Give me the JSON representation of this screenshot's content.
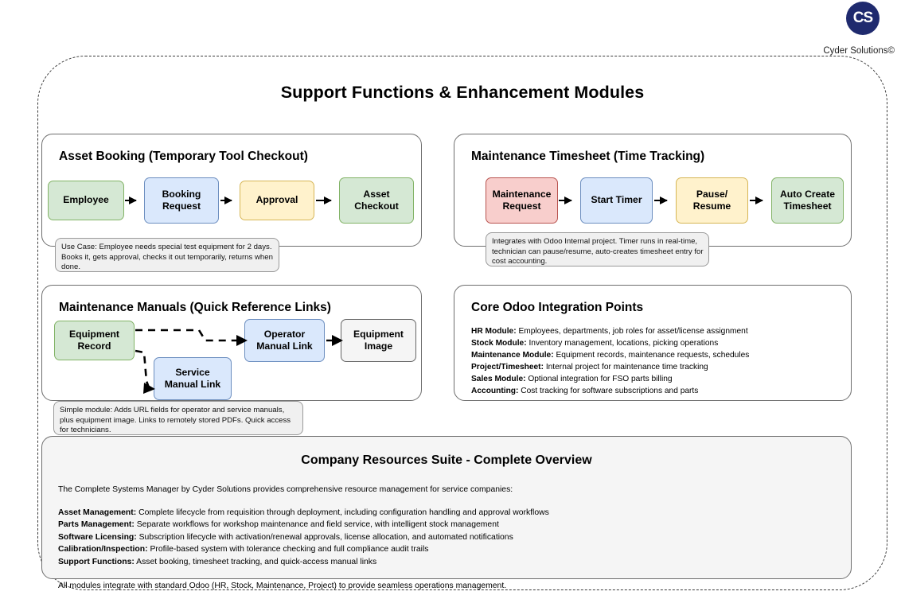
{
  "brand": {
    "logo_text": "CS",
    "logo_name": "cyder-solutions-logo",
    "copyright": "Cyder Solutions©",
    "logo_color": "#1f2a6e"
  },
  "main_title": "Support Functions & Enhancement Modules",
  "palette": {
    "green_fill": "#d5e8d4",
    "green_stroke": "#82b366",
    "blue_fill": "#dae8fc",
    "blue_stroke": "#6c8ebf",
    "amber_fill": "#fff2cc",
    "amber_stroke": "#d6b656",
    "red_fill": "#f8cecc",
    "red_stroke": "#b85450",
    "grey_fill": "#f5f5f5",
    "grey_stroke": "#666666",
    "note_fill": "#f0f0f0"
  },
  "panels": {
    "asset_booking": {
      "title": "Asset Booking (Temporary Tool Checkout)",
      "nodes": [
        {
          "label": "Employee",
          "color": "green"
        },
        {
          "label": "Booking Request",
          "color": "blue"
        },
        {
          "label": "Approval",
          "color": "amber"
        },
        {
          "label": "Asset Checkout",
          "color": "green"
        }
      ],
      "note": "Use Case: Employee needs special test equipment for 2 days. Books it, gets approval, checks it out temporarily, returns when done."
    },
    "maintenance_timesheet": {
      "title": "Maintenance Timesheet (Time Tracking)",
      "nodes": [
        {
          "label": "Maintenance Request",
          "color": "red"
        },
        {
          "label": "Start Timer",
          "color": "blue"
        },
        {
          "label": "Pause/ Resume",
          "color": "amber"
        },
        {
          "label": "Auto Create Timesheet",
          "color": "green"
        }
      ],
      "note": "Integrates with Odoo Internal project. Timer runs in real-time, technician can pause/resume, auto-creates timesheet entry for cost accounting."
    },
    "maintenance_manuals": {
      "title": "Maintenance Manuals (Quick Reference Links)",
      "nodes": [
        {
          "label": "Equipment Record",
          "color": "green"
        },
        {
          "label": "Operator Manual Link",
          "color": "blue"
        },
        {
          "label": "Service Manual Link",
          "color": "blue"
        },
        {
          "label": "Equipment Image",
          "color": "grey"
        }
      ],
      "note": "Simple module: Adds URL fields for operator and service manuals, plus equipment image. Links to remotely stored PDFs. Quick access for technicians."
    },
    "core_integration": {
      "title": "Core Odoo Integration Points",
      "items": [
        {
          "key": "HR Module:",
          "value": "Employees, departments, job roles for asset/license assignment"
        },
        {
          "key": "Stock Module:",
          "value": "Inventory management, locations, picking operations"
        },
        {
          "key": "Maintenance Module:",
          "value": "Equipment records, maintenance requests, schedules"
        },
        {
          "key": "Project/Timesheet:",
          "value": "Internal project for maintenance time tracking"
        },
        {
          "key": "Sales Module:",
          "value": "Optional integration for FSO parts billing"
        },
        {
          "key": "Accounting:",
          "value": "Cost tracking for software subscriptions and parts"
        }
      ]
    },
    "overview": {
      "title": "Company Resources Suite - Complete Overview",
      "intro": "The Complete Systems Manager by Cyder Solutions provides comprehensive resource management for service companies:",
      "rows": [
        {
          "key": "Asset Management:",
          "value": "Complete lifecycle from requisition through deployment, including configuration handling and approval workflows"
        },
        {
          "key": "Parts Management:",
          "value": "Separate workflows for workshop maintenance and field service, with intelligent stock management"
        },
        {
          "key": "Software Licensing:",
          "value": "Subscription lifecycle with activation/renewal approvals, license allocation, and automated notifications"
        },
        {
          "key": "Calibration/Inspection:",
          "value": "Profile-based system with tolerance checking and full compliance audit trails"
        },
        {
          "key": "Support Functions:",
          "value": "Asset booking, timesheet tracking, and quick-access manual links"
        }
      ],
      "footer": "All modules integrate with standard Odoo (HR, Stock, Maintenance, Project) to provide seamless operations management."
    }
  }
}
